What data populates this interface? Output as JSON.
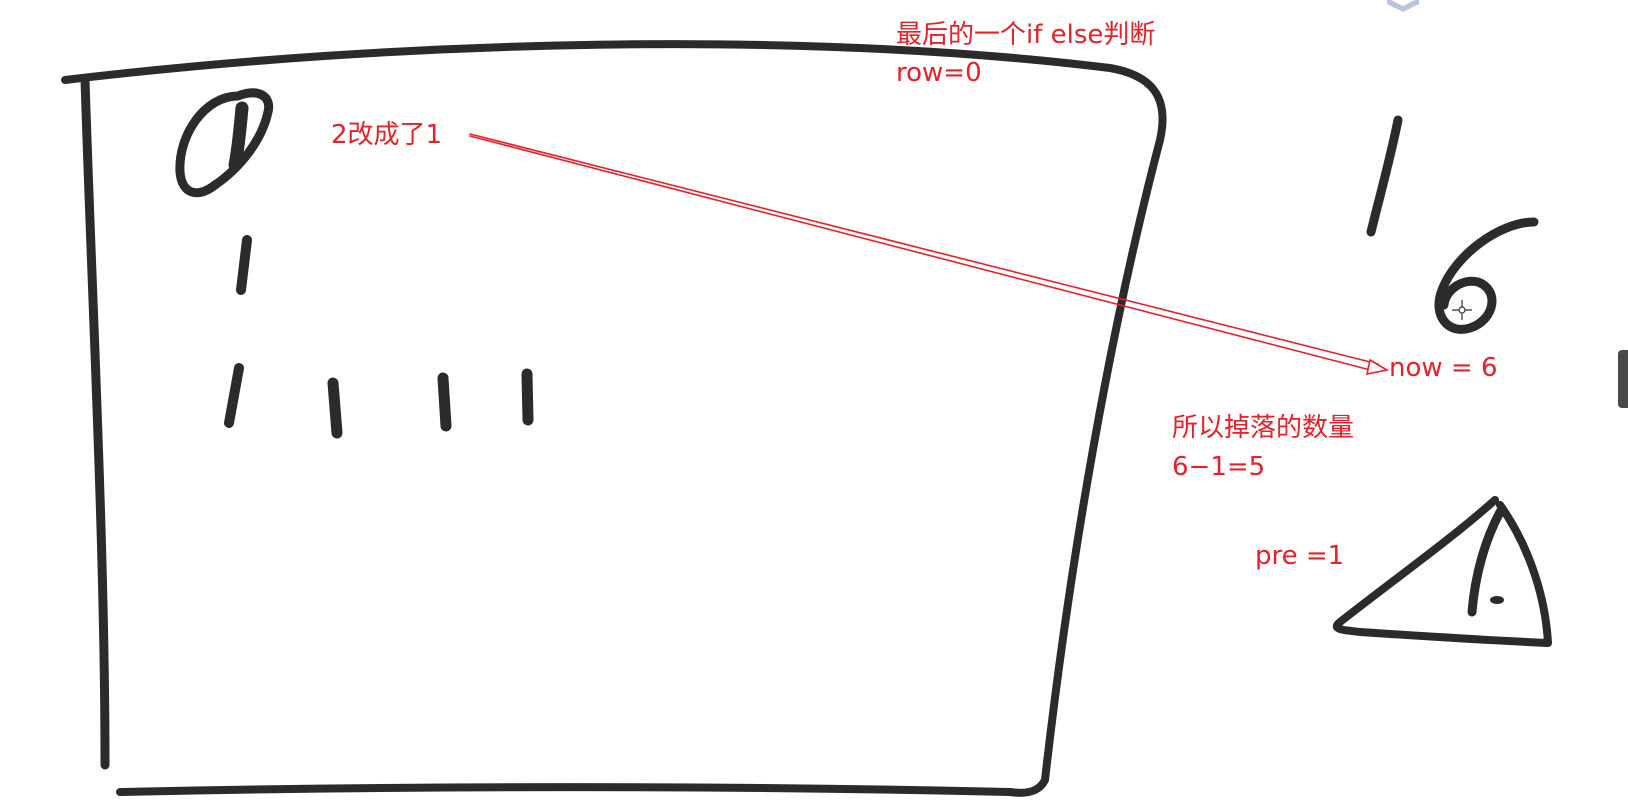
{
  "annotations": {
    "final_judgment": "最后的一个if else判断",
    "row_value": "row=0",
    "changed_note": "2改成了1",
    "now_value": "now = 6",
    "dropped_label": "所以掉落的数量",
    "dropped_calc": "6−1=5",
    "pre_value": "pre =1"
  },
  "colors": {
    "annotation": "#e8202a",
    "ink": "#2b2b2b",
    "logo": "#5b6ea8"
  },
  "icons": {
    "logo": "watermark-logo-icon",
    "cursor": "crosshair-cursor-icon"
  }
}
